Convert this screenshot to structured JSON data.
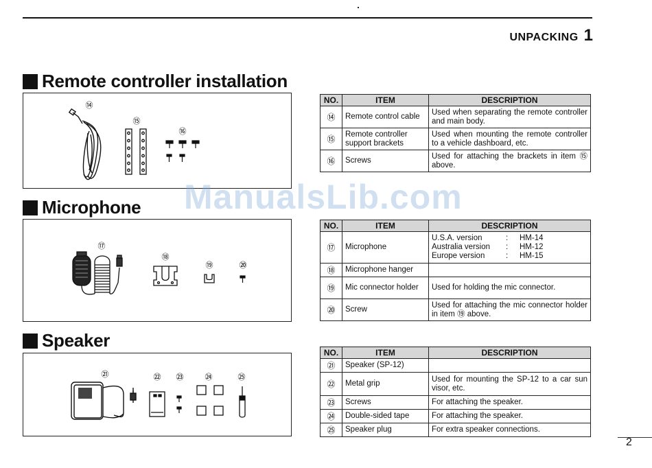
{
  "header": {
    "chapter_title": "UNPACKING",
    "chapter_number": "1"
  },
  "watermark": "ManualsLib.com",
  "page_number": "2",
  "table_headers": {
    "no": "NO.",
    "item": "ITEM",
    "description": "DESCRIPTION"
  },
  "sections": {
    "remote": {
      "title": "Remote controller installation",
      "callouts": [
        "⑭",
        "⑮",
        "⑯"
      ],
      "rows": [
        {
          "no": "⑭",
          "item": "Remote control cable",
          "desc": "Used when separating the remote controller and main body."
        },
        {
          "no": "⑮",
          "item": "Remote controller support brackets",
          "desc": "Used when mounting the remote controller to a vehicle dashboard, etc."
        },
        {
          "no": "⑯",
          "item": "Screws",
          "desc": "Used for attaching the brackets in item ⑮ above."
        }
      ]
    },
    "microphone": {
      "title": "Microphone",
      "callouts": [
        "⑰",
        "⑱",
        "⑲",
        "⑳"
      ],
      "versions": [
        {
          "label": "U.S.A. version",
          "sep": ":",
          "model": "HM-14"
        },
        {
          "label": "Australia version",
          "sep": ":",
          "model": "HM-12"
        },
        {
          "label": "Europe version",
          "sep": ":",
          "model": "HM-15"
        }
      ],
      "rows": [
        {
          "no": "⑰",
          "item": "Microphone",
          "desc": ""
        },
        {
          "no": "⑱",
          "item": "Microphone hanger",
          "desc": ""
        },
        {
          "no": "⑲",
          "item": "Mic connector holder",
          "desc": "Used for holding the mic connector."
        },
        {
          "no": "⑳",
          "item": "Screw",
          "desc": "Used for attaching the mic connector holder in item ⑲ above."
        }
      ]
    },
    "speaker": {
      "title": "Speaker",
      "callouts": [
        "㉑",
        "㉒",
        "㉓",
        "㉔",
        "㉕"
      ],
      "rows": [
        {
          "no": "㉑",
          "item": "Speaker (SP-12)",
          "desc": ""
        },
        {
          "no": "㉒",
          "item": "Metal grip",
          "desc": "Used for mounting the SP-12 to a car sun visor, etc."
        },
        {
          "no": "㉓",
          "item": "Screws",
          "desc": "For attaching the speaker."
        },
        {
          "no": "㉔",
          "item": "Double-sided tape",
          "desc": "For attaching the speaker."
        },
        {
          "no": "㉕",
          "item": "Speaker plug",
          "desc": "For extra speaker connections."
        }
      ]
    }
  }
}
